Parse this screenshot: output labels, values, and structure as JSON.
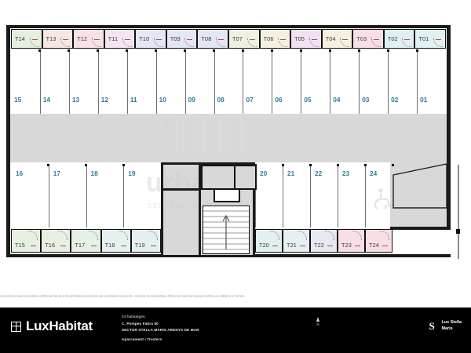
{
  "document": {
    "type": "architectural-floor-plan",
    "title": "Aparcament i Trasters"
  },
  "plan": {
    "storage_top": [
      {
        "code": "T14",
        "color": "#e4efe0"
      },
      {
        "code": "T13",
        "color": "#f6e7e2"
      },
      {
        "code": "T12",
        "color": "#f7e3e6"
      },
      {
        "code": "T11",
        "color": "#f3e6f1"
      },
      {
        "code": "T10",
        "color": "#e4e7f4"
      },
      {
        "code": "T09",
        "color": "#e3e6f3"
      },
      {
        "code": "T08",
        "color": "#e3e7f4"
      },
      {
        "code": "T07",
        "color": "#eef0e2"
      },
      {
        "code": "T06",
        "color": "#f4f1e2"
      },
      {
        "code": "T05",
        "color": "#f0e2f2"
      },
      {
        "code": "T04",
        "color": "#f5f1e1"
      },
      {
        "code": "T03",
        "color": "#f7dee7"
      },
      {
        "code": "T02",
        "color": "#dff0f2"
      },
      {
        "code": "T01",
        "color": "#e0f1f2"
      }
    ],
    "storage_bottom_left": [
      {
        "code": "T15",
        "color": "#e5f0e3"
      },
      {
        "code": "T16",
        "color": "#e6f1e4"
      },
      {
        "code": "T17",
        "color": "#e6f1e5"
      },
      {
        "code": "T18",
        "color": "#e4f1ee"
      },
      {
        "code": "T19",
        "color": "#e2f0f1"
      }
    ],
    "storage_bottom_right": [
      {
        "code": "T20",
        "color": "#e2f0f1"
      },
      {
        "code": "T21",
        "color": "#e4f0f3"
      },
      {
        "code": "T22",
        "color": "#e6e9f4"
      },
      {
        "code": "T23",
        "color": "#f8dee6"
      },
      {
        "code": "T24",
        "color": "#f8dfe3"
      }
    ],
    "parking_top": [
      "15",
      "14",
      "13",
      "12",
      "11",
      "10",
      "09",
      "08",
      "07",
      "06",
      "05",
      "04",
      "03",
      "02",
      "01"
    ],
    "parking_bottom_left": [
      "16",
      "17",
      "18",
      "19"
    ],
    "parking_bottom_right": [
      "20",
      "21",
      "22",
      "23",
      "24"
    ],
    "accessible_stall": "24",
    "accessible_icon": "wheelchair-icon",
    "watermark_primary": "urban",
    "watermark_secondary": "SERVEIS IMMOBILIARIS",
    "colors": {
      "parking_number": "#2e7d93",
      "storage_label": "#3a3a3a",
      "aisle_fill": "#d8d8d8",
      "wall": "#1a1a1a"
    }
  },
  "disclaimer": {
    "text": "La promotora es reserva la facultat de modificar per imperatiu de les administracions competents o per necessitats de la propia obra - comercials, les característiques, distribucions i superfícies exposades conforme a lo establert en el Contracte."
  },
  "footer": {
    "brand": "LuxHabitat",
    "brand_icon": "grid-window-icon",
    "units_line": "24 habitatges.",
    "street_line": "C. Pompeu Fabra 50",
    "sector_line": "SECTOR STELLA MARIS ARENYS DE MAR",
    "plan_label": "Aparcament i Trasters",
    "north_label": "N",
    "north_icon": "north-arrow-icon",
    "collab_mark": "S",
    "collab_line1": "Lux Stella",
    "collab_line2": "Maris"
  }
}
